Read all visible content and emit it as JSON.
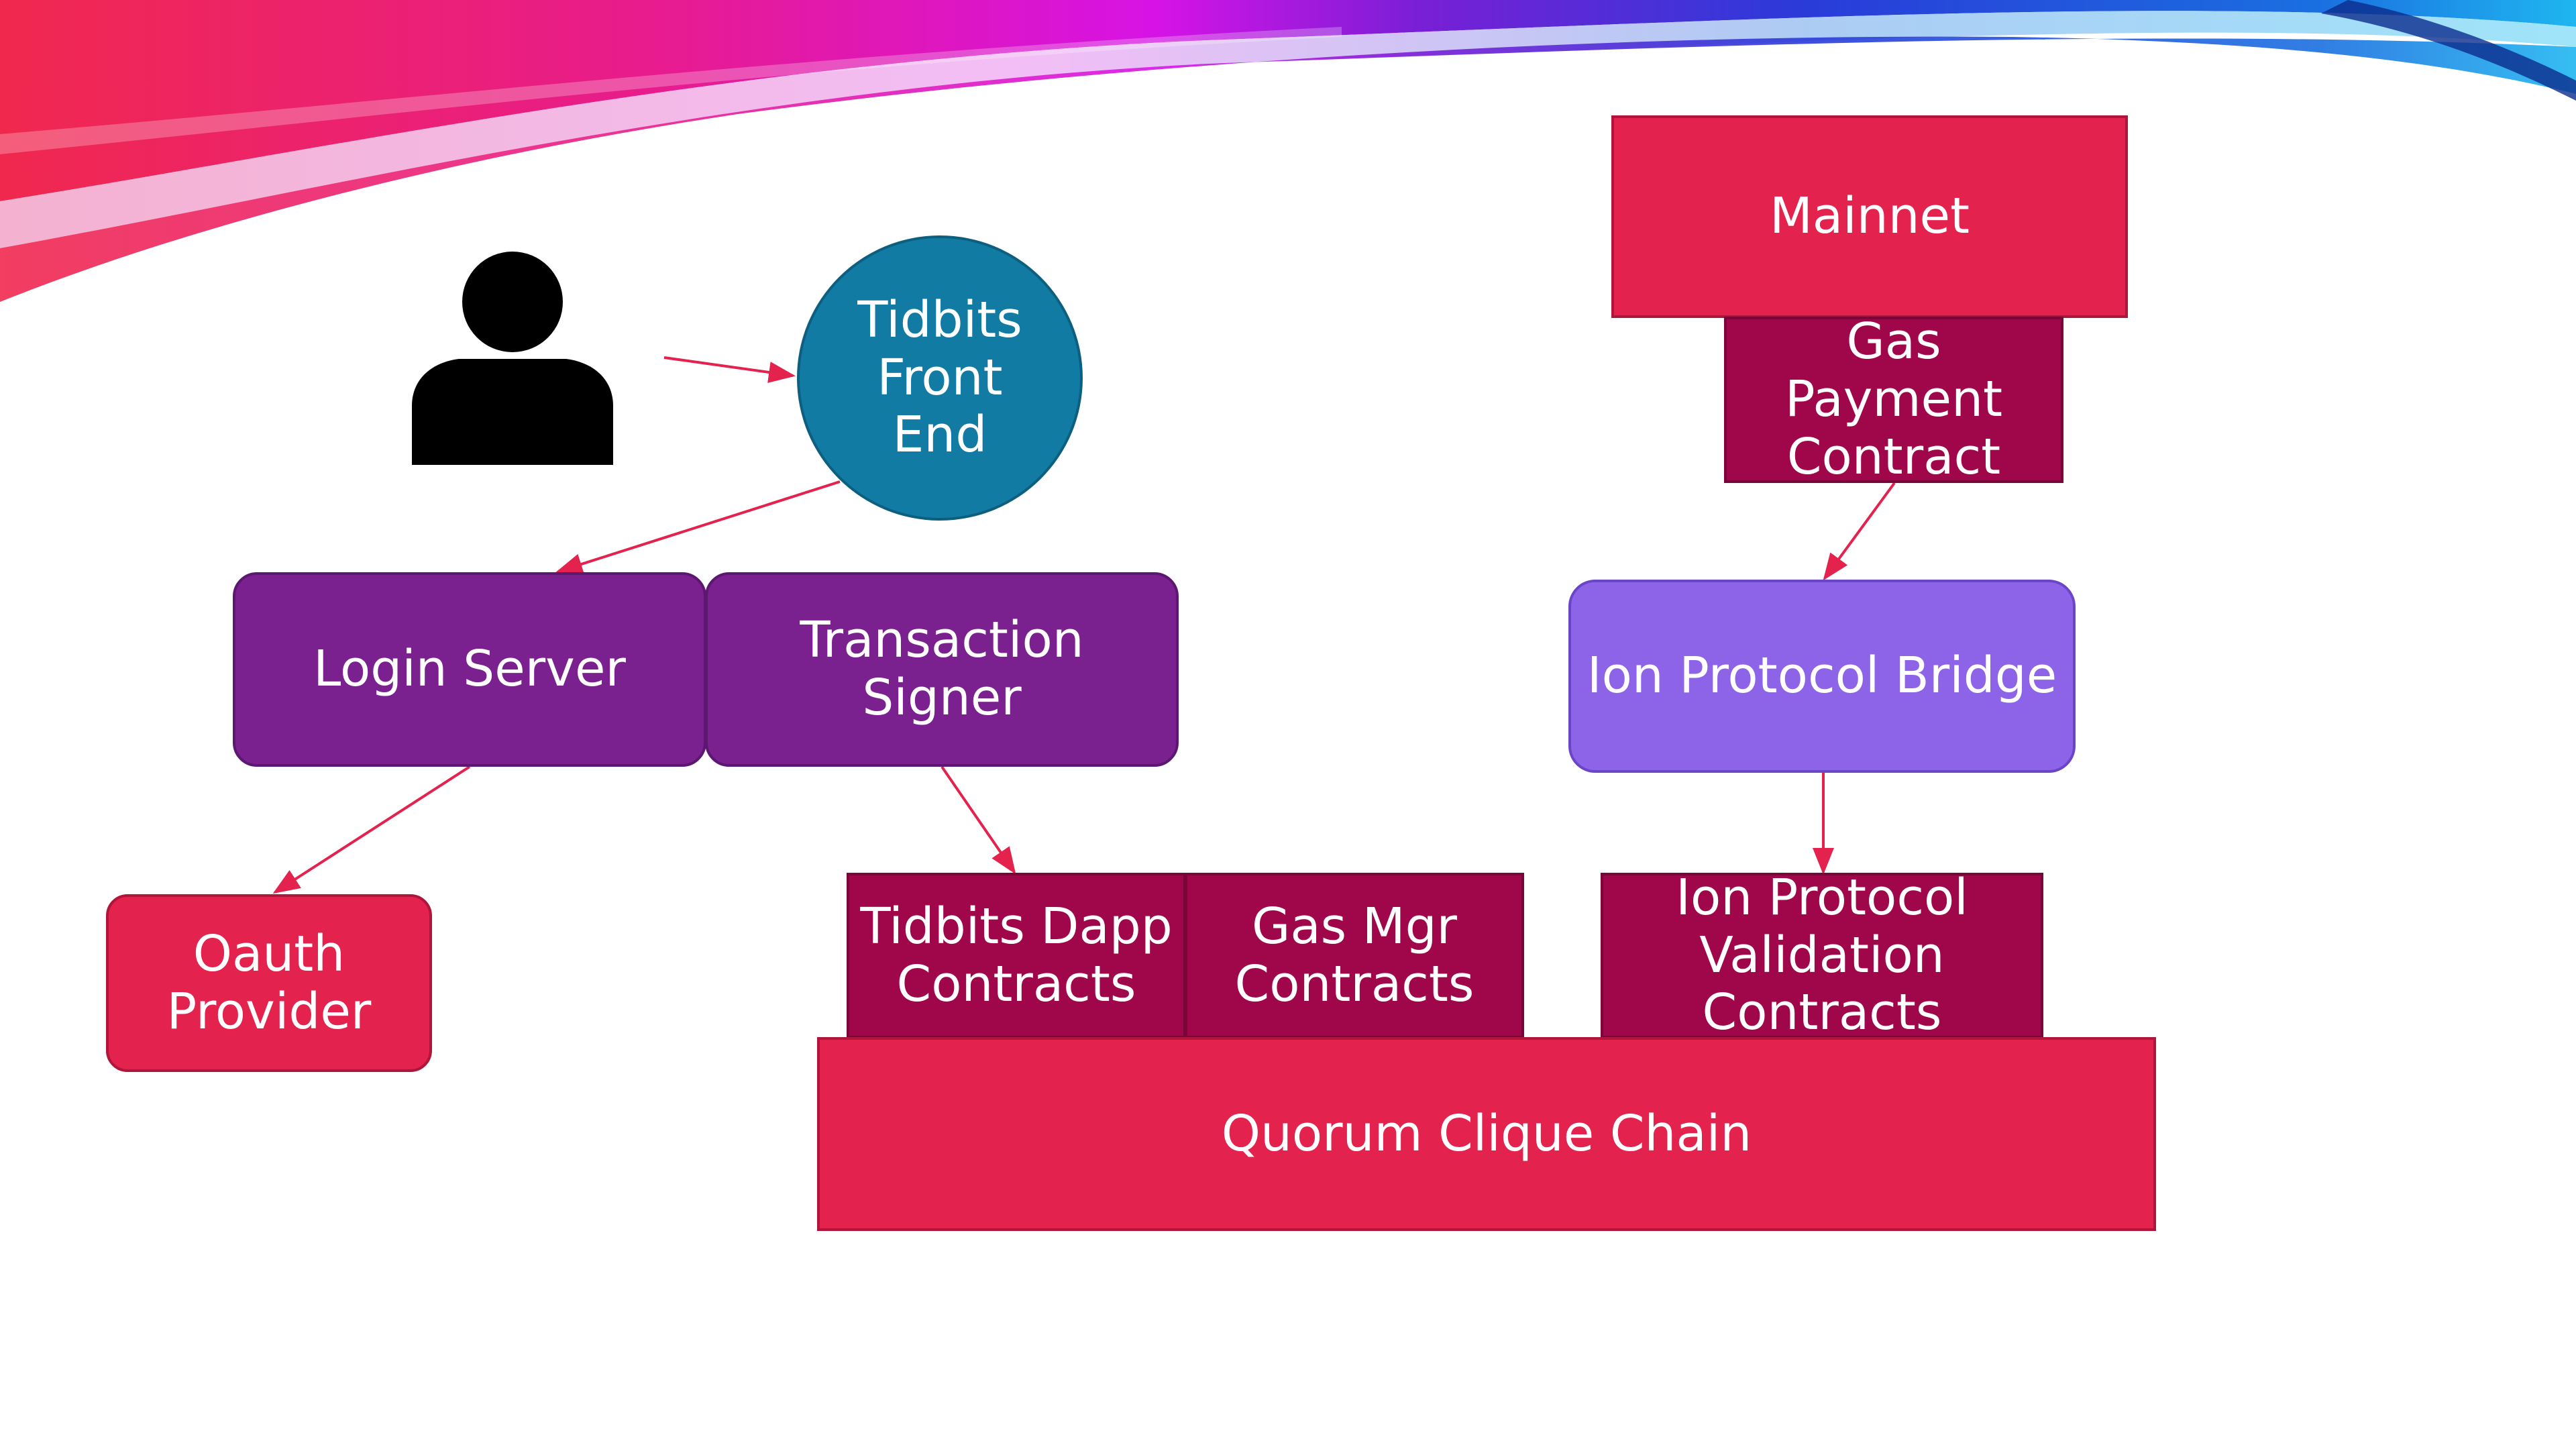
{
  "colors": {
    "node_red": "#E3224D",
    "node_wine": "#A0074A",
    "node_purple": "#7A218F",
    "node_violet": "#8D64E8",
    "node_blue": "#127BA3",
    "arrow": "#E3224D",
    "person": "#000000"
  },
  "icons": {
    "user": "person-icon"
  },
  "nodes": {
    "tidbits_front_end": "Tidbits\nFront\nEnd",
    "login_server": "Login Server",
    "transaction_signer": "Transaction\nSigner",
    "oauth_provider": "Oauth\nProvider",
    "tidbits_dapp_contracts": "Tidbits Dapp\nContracts",
    "gas_mgr_contracts": "Gas Mgr\nContracts",
    "ion_validation_contracts": "Ion Protocol\nValidation\nContracts",
    "quorum_clique_chain": "Quorum Clique Chain",
    "mainnet": "Mainnet",
    "gas_payment_contract": "Gas\nPayment\nContract",
    "ion_protocol_bridge": "Ion Protocol Bridge"
  },
  "edges": [
    {
      "from": "user",
      "to": "tidbits_front_end"
    },
    {
      "from": "tidbits_front_end",
      "to": "login_server"
    },
    {
      "from": "login_server",
      "to": "oauth_provider"
    },
    {
      "from": "transaction_signer",
      "to": "tidbits_dapp_contracts"
    },
    {
      "from": "gas_payment_contract",
      "to": "ion_protocol_bridge"
    },
    {
      "from": "ion_protocol_bridge",
      "to": "ion_validation_contracts"
    }
  ]
}
